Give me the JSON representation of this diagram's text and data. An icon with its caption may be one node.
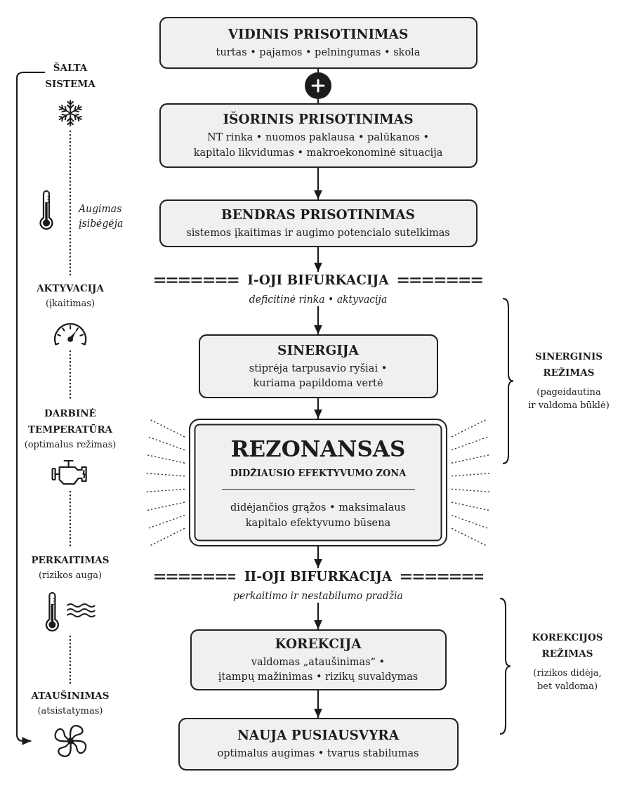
{
  "diagram": {
    "nodes": [
      {
        "text": [
          "VIDINIS PRISOTINIMAS",
          "turtas • pajamos • pelningumas • skola"
        ]
      },
      {
        "text": [],
        "shape": "circle"
      },
      {
        "text": [
          "IŠORINIS PRISOTINIMAS",
          "NT rinka • nuomos paklausa • palūkanos • kapitalo likvidumas • makroekonominė situacija"
        ]
      },
      {
        "text": [
          "BENDRAS PRISOTINIMAS",
          "sistemos įkaitimas ir augimo potencialo sutelkimas"
        ]
      },
      {
        "text": [
          "I-OJI BIFURKACIJA",
          "deficitinė rinka • aktyvacija"
        ]
      },
      {
        "text": [
          "SINERGIJA",
          "stiprėja tarpusavio ryšiai • kuriama papildoma vertė"
        ]
      },
      {
        "text": [
          "REZONANSAS",
          "DIDŽIAUSIO EFEKTYVUMO ZONA",
          "didėjančios grąžos • maksimalaus kapitalo efektyvumo būsena"
        ]
      },
      {
        "text": [
          "II-OJI BIFURKACIJA",
          "perkaitimo ir nestabilumo pradžia"
        ]
      },
      {
        "text": [
          "KOREKCIJA",
          "valdomas „ataušinimas“ • įtampų mažinimas • rizikų suvaldymas"
        ]
      },
      {
        "text": [
          "NAUJA PUSIAUSVYRA",
          "optimalus augimas • tvarus stabilumas"
        ]
      },
      {
        "text": [
          "ŠALTA SISTEMA"
        ]
      },
      {
        "text": [
          "AKTYVACIJA",
          "(įkaitimas)"
        ]
      },
      {
        "text": [
          "DARBINĖ TEMPERATŪRA",
          "(optimalus režimas)"
        ]
      },
      {
        "text": [
          "PERKAITIMAS",
          "(rizikos auga)"
        ]
      },
      {
        "text": [
          "ATAUŠINIMAS",
          "(atsistatymas)"
        ]
      }
    ],
    "edges": [
      {
        "from": 0,
        "to": 1,
        "arrow": "none"
      },
      {
        "from": 1,
        "to": 2,
        "arrow": "none"
      },
      {
        "from": 2,
        "to": 3,
        "arrow": "to"
      },
      {
        "from": 3,
        "to": 4,
        "arrow": "to"
      },
      {
        "from": 4,
        "to": 5,
        "arrow": "to"
      },
      {
        "from": 5,
        "to": 6,
        "arrow": "to"
      },
      {
        "from": 6,
        "to": 7,
        "arrow": "to"
      },
      {
        "from": 7,
        "to": 8,
        "arrow": "to"
      },
      {
        "from": 8,
        "to": 9,
        "arrow": "to"
      },
      {
        "from": 10,
        "to": 14,
        "arrow": "to"
      },
      {
        "from": 10,
        "to": 11,
        "arrow": "none",
        "style": "dashed",
        "label": "Augimas įsibėgėja"
      },
      {
        "from": 11,
        "to": 12,
        "arrow": "none",
        "style": "dashed"
      },
      {
        "from": 12,
        "to": 13,
        "arrow": "none",
        "style": "dashed"
      },
      {
        "from": 13,
        "to": 14,
        "arrow": "none",
        "style": "dashed"
      }
    ],
    "labels": [
      "SINERGINIS REŽIMAS",
      "(pageidautina ir valdoma būklė)",
      "KOREKCIJOS REŽIMAS",
      "(rizikos didėja, bet valdoma)"
    ]
  }
}
